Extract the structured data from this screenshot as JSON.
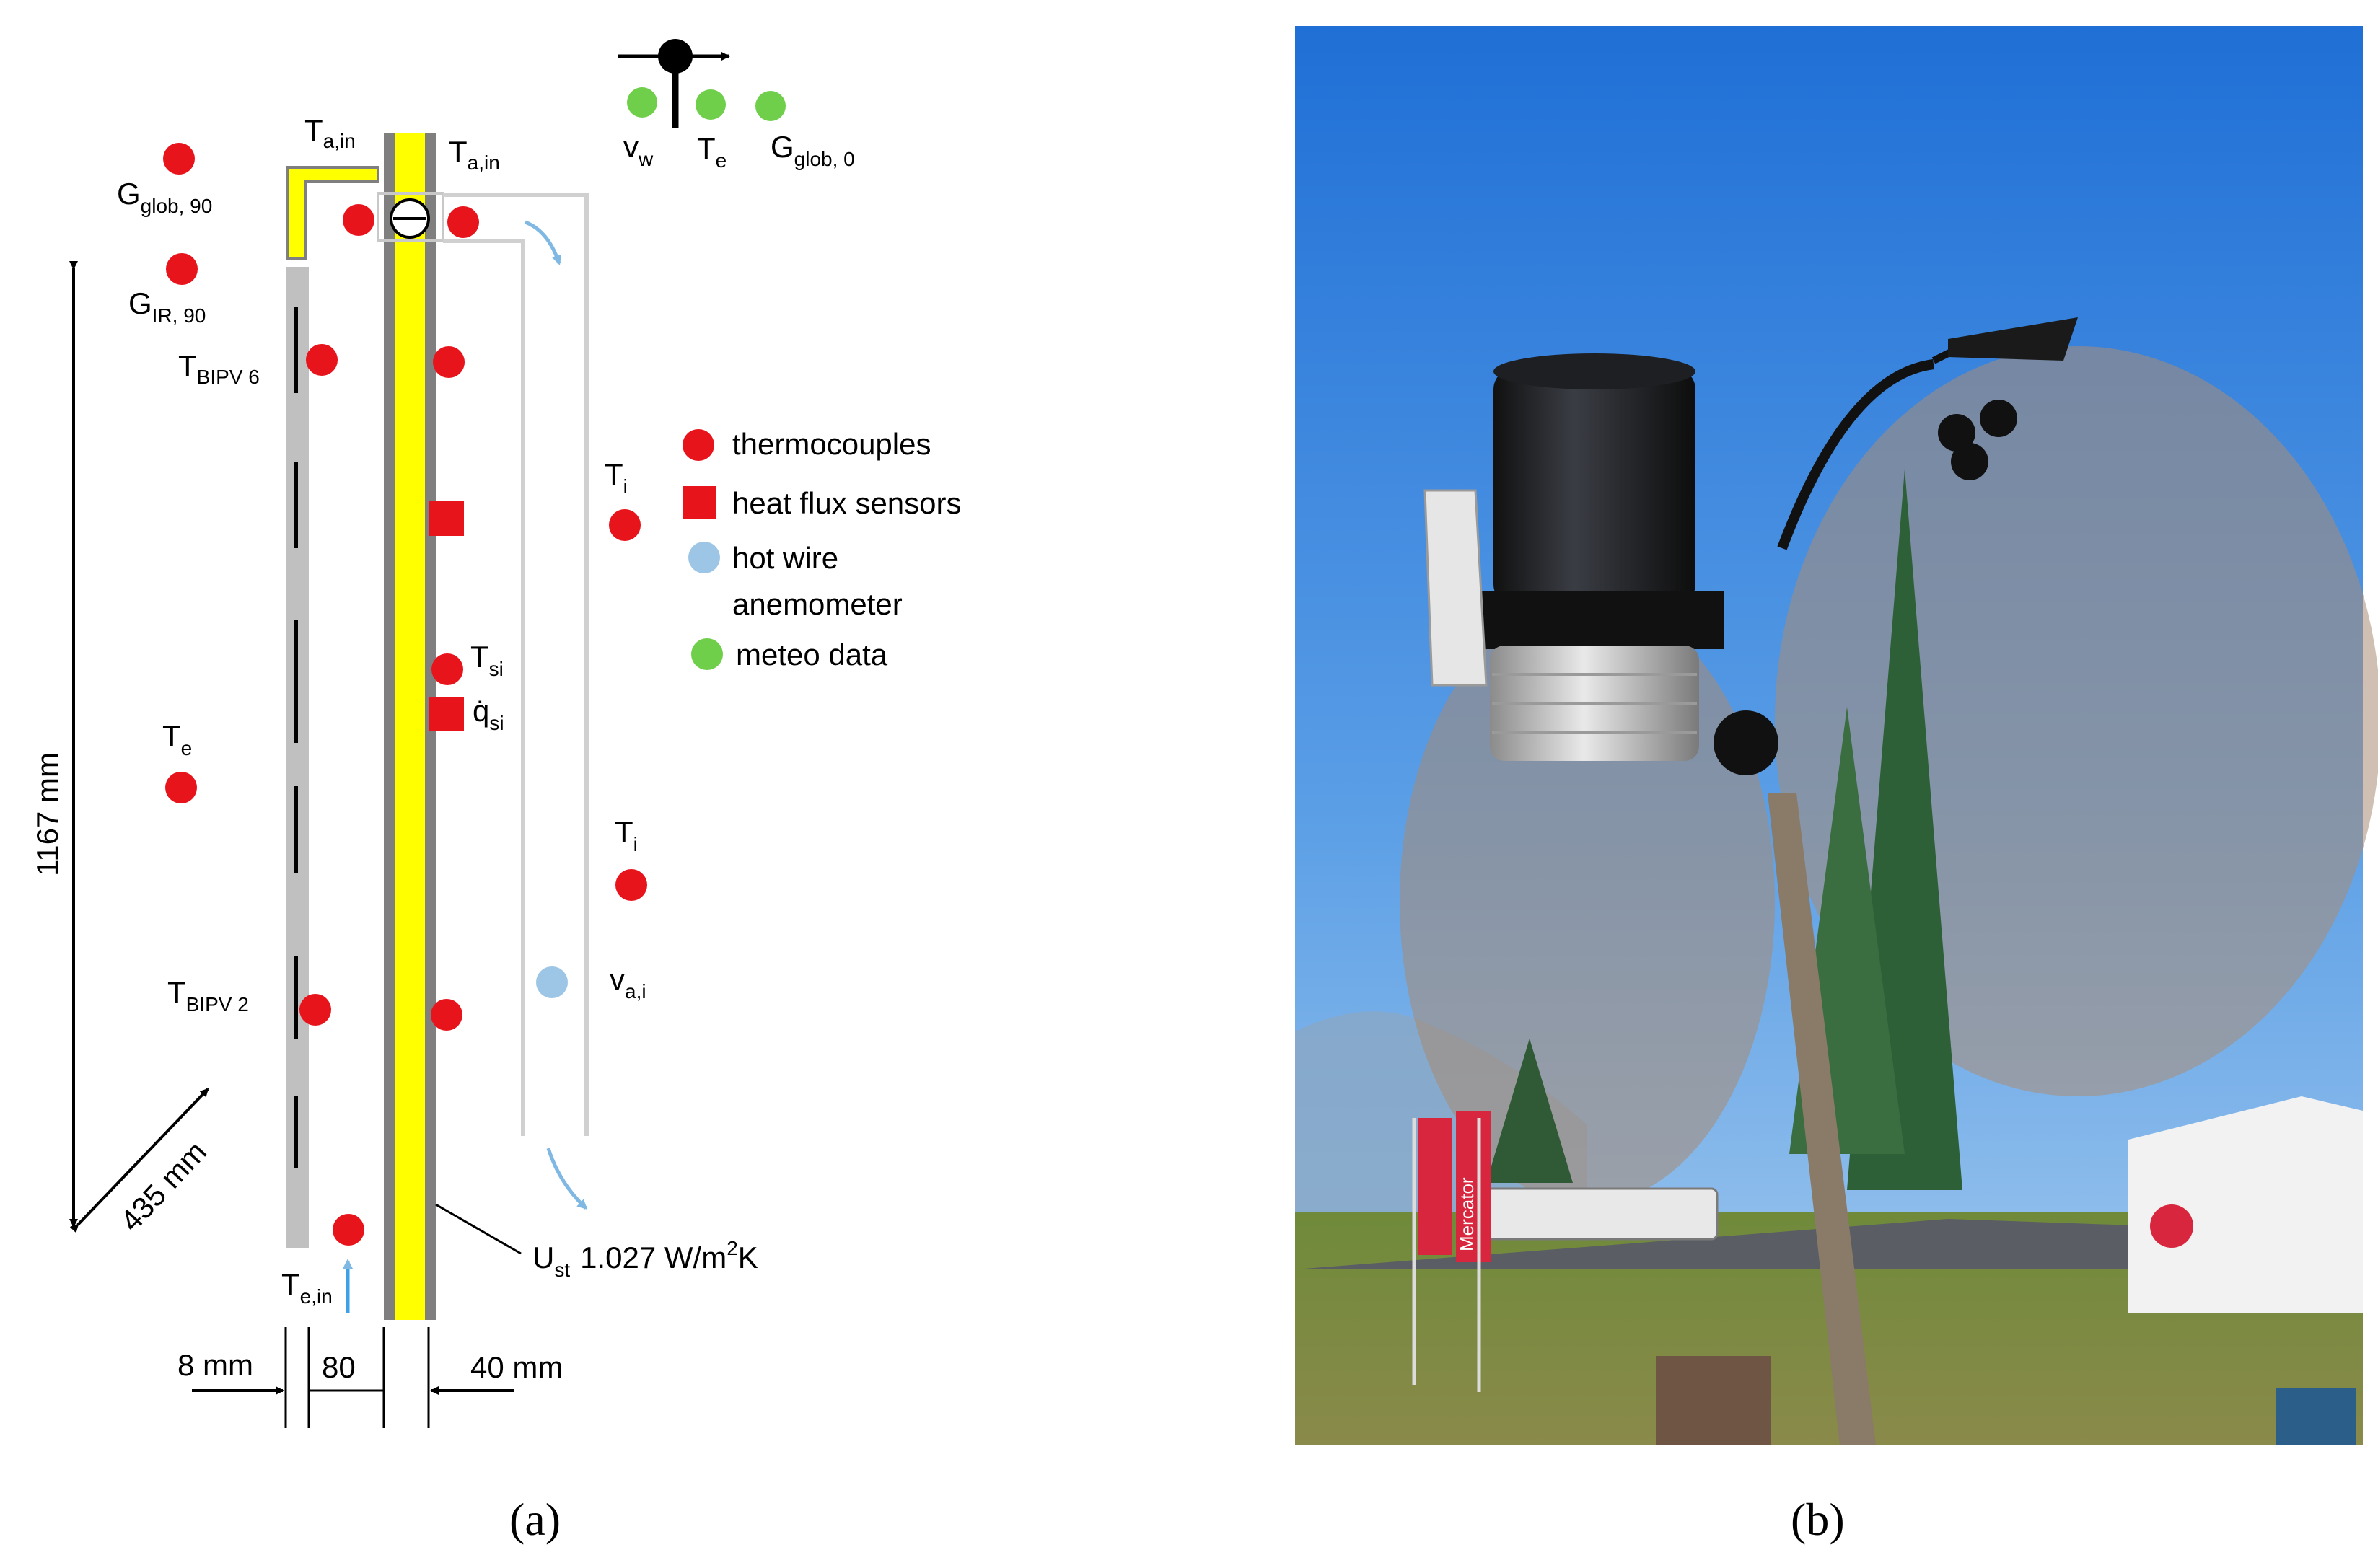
{
  "panel_a": {
    "caption": "(a)",
    "labels": {
      "t_a_in_left": {
        "base": "T",
        "sub": "a,in"
      },
      "t_a_in_right": {
        "base": "T",
        "sub": "a,in"
      },
      "g_glob_90": {
        "base": "G",
        "sub": "glob, 90"
      },
      "g_ir_90": {
        "base": "G",
        "sub": "IR, 90"
      },
      "t_bipv6": {
        "base": "T",
        "sub": "BIPV 6"
      },
      "t_e": {
        "base": "T",
        "sub": "e"
      },
      "t_bipv2": {
        "base": "T",
        "sub": "BIPV 2"
      },
      "t_e_in": {
        "base": "T",
        "sub": "e,in"
      },
      "t_si": {
        "base": "T",
        "sub": "si"
      },
      "q_si": {
        "base": "q̇",
        "sub": "si"
      },
      "t_i_top": {
        "base": "T",
        "sub": "i"
      },
      "t_i_bottom": {
        "base": "T",
        "sub": "i"
      },
      "v_a_i": {
        "base": "v",
        "sub": "a,i"
      },
      "v_w": {
        "base": "v",
        "sub": "w"
      },
      "t_e_meteo": {
        "base": "T",
        "sub": "e"
      },
      "g_glob_0": {
        "base": "G",
        "sub": "glob, 0"
      },
      "u_st": {
        "base": "U",
        "sub": "st",
        "value": "1.027 W/m",
        "sup": "2",
        "unit_tail": "K"
      }
    },
    "dimensions": {
      "height": "1167 mm",
      "depth": "435 mm",
      "gap_left": "8 mm",
      "gap_mid": "80",
      "gap_right": "40 mm"
    },
    "legend": [
      {
        "label": "thermocouples",
        "marker": "circle",
        "color": "#e8141c"
      },
      {
        "label": "heat flux sensors",
        "marker": "square",
        "color": "#e8141c"
      },
      {
        "label": "hot wire",
        "label2": "anemometer",
        "marker": "circle",
        "color": "#9dc6e6"
      },
      {
        "label": "meteo data",
        "marker": "circle",
        "color": "#6fcf4a"
      }
    ],
    "colors": {
      "sensor": "#e8141c",
      "meteo": "#6fcf4a",
      "anemometer": "#9dc6e6",
      "insulation": "#ffff00",
      "panel": "#c0c0c0",
      "wall": "#7f7f7f",
      "airflow": "#7fb9e3"
    }
  },
  "panel_b": {
    "caption": "(b)",
    "store_sign": "Mercator"
  }
}
